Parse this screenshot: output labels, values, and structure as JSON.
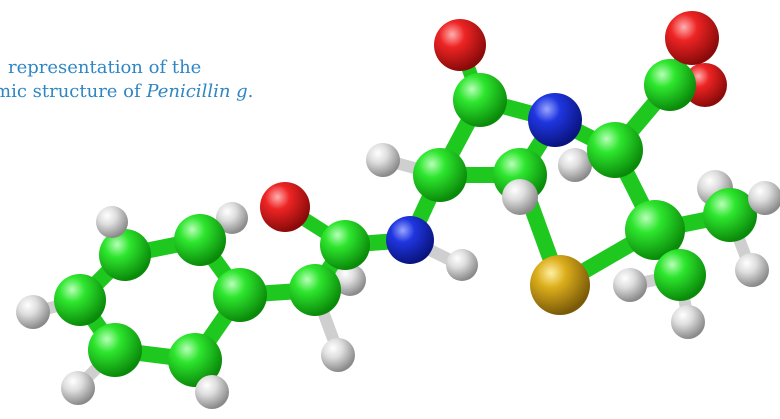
{
  "caption": {
    "line1": "representation of the",
    "line2_prefix": "mic structure of",
    "line2_italic": "Penicillin g",
    "line2_suffix": "."
  },
  "colors": {
    "carbon": "#1ed21e",
    "oxygen": "#e01b1b",
    "nitrogen": "#1a2fd6",
    "sulfur": "#d4a418",
    "hydrogen": "#d9d9d9",
    "caption_text": "#2f86c4"
  }
}
